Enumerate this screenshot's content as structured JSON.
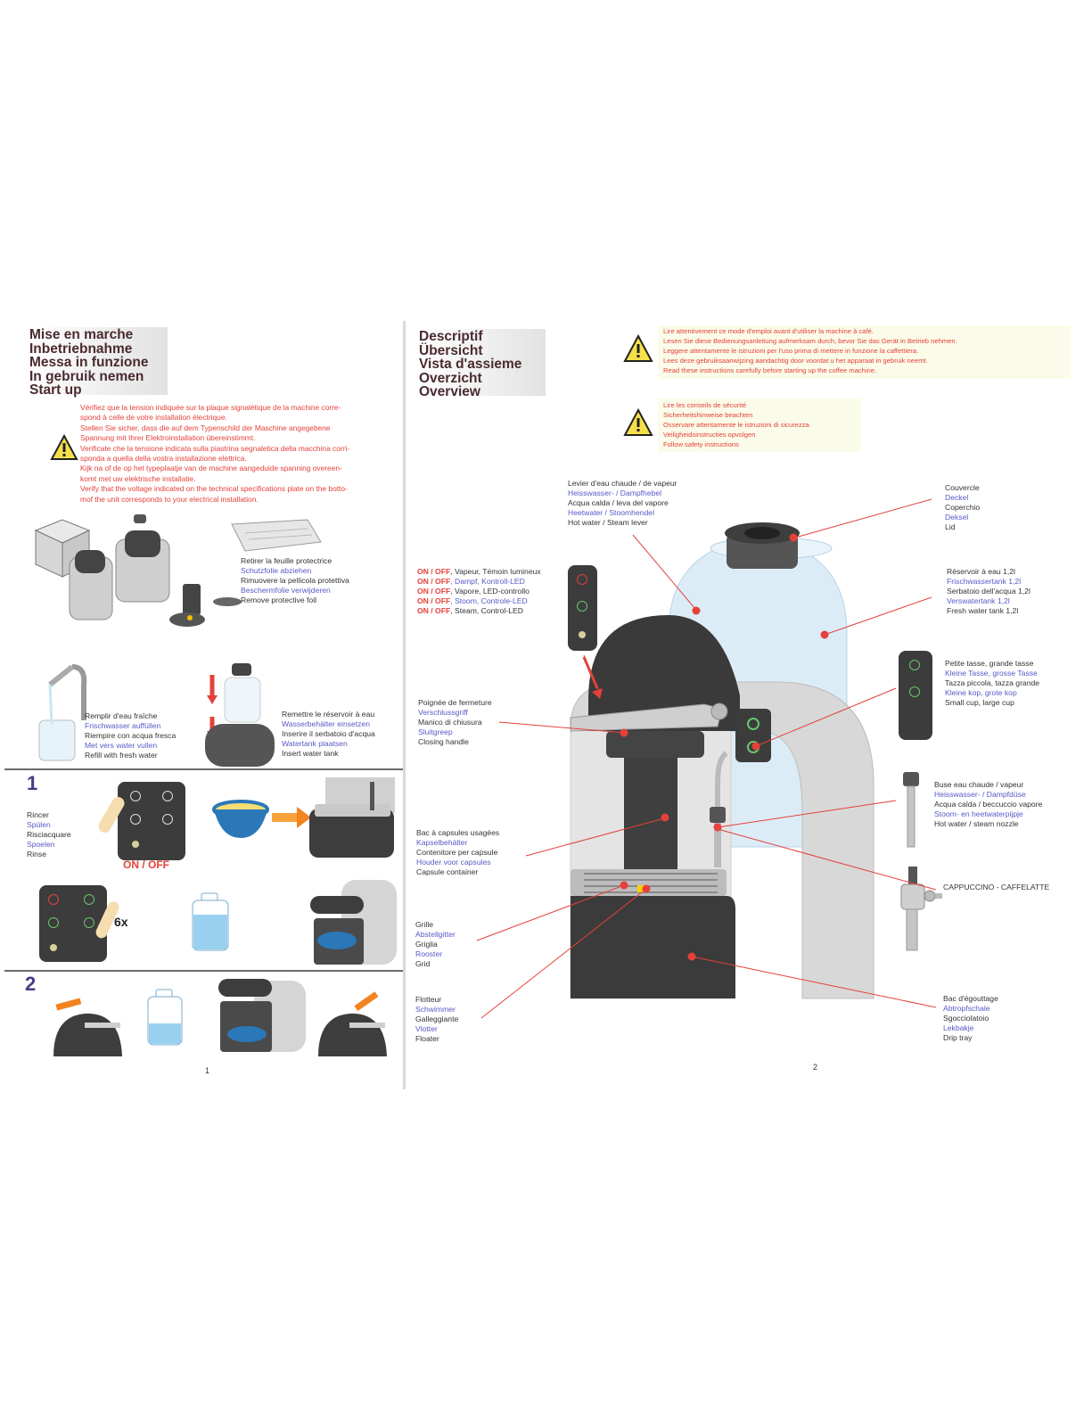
{
  "left_page": {
    "titles": [
      "Mise en marche",
      "Inbetriebnahme",
      "Messa in funzione",
      "In gebruik nemen",
      "Start up"
    ],
    "warning_lines": [
      "Vérifiez que la tension indiquée sur la plaque signalétique de la machine corre-",
      "spond à celle de votre installation électrique.",
      "Stellen Sie sicher, dass die auf dem Typenschild der Maschine angegebene",
      "Spannung mit Ihrer Elektroinstallation übereinstimmt.",
      "Verificate che la tensione indicata sulla piastrina segnaletica della macchina corri-",
      "sponda a quella della vostra installazione elettrica.",
      "Kijk na of de op het typeplaatje van de machine aangeduide spanning overeen-",
      "komt met uw elektrische installatie.",
      "Verify that the voltage indicated on the technical specifications plate on the botto-",
      "mof the unit corresponds to your electrical installation."
    ],
    "protective_foil": [
      "Retirer la feuille protectrice",
      "Schutzfolie abziehen",
      "Rimuovere la pellicola protettiva",
      "Beschermfolie verwijderen",
      "Remove protective foil"
    ],
    "fill_water": [
      "Remplir d'eau fraîche",
      "Frischwasser auffüllen",
      "Riempire con acqua fresca",
      "Met vers water vullen",
      "Refill with fresh water"
    ],
    "insert_tank": [
      "Remettre le réservoir à eau",
      "Wasserbehälter einsetzen",
      "Inserire il serbatoio d'acqua",
      "Watertank plaatsen",
      "Insert water tank"
    ],
    "step1_num": "1",
    "rinse": [
      "Rincer",
      "Spülen",
      "Risciacquare",
      "Spoelen",
      "Rinse"
    ],
    "onoff_label": "ON / OFF",
    "times_label": "6x",
    "step2_num": "2",
    "page_number": "1"
  },
  "right_page": {
    "titles": [
      "Descriptif",
      "Übersicht",
      "Vista d'assieme",
      "Overzicht",
      "Overview"
    ],
    "read_instructions": [
      "Lire attentivement ce mode d'emploi avant d'utiliser la machine à café.",
      "Lesen Sie diese Bedienungsanleitung aufmerksam durch, bevor Sie das Gerät in Betrieb nehmen.",
      "Leggere attentamente le istruzioni per l'uso prima di mettere in funzione la caffettiera.",
      "Lees deze gebruiksaanwijzing aandachtig door voordat u het apparaat in gebruik neemt.",
      "Read these instructions carefully before starting up the coffee machine."
    ],
    "safety": [
      "Lire les conseils de sécurité",
      "Sicherheitshinweise beachten",
      "Osservare attentamente le istruzioni di sicurezza",
      "Veiligheidsinstructies opvolgen",
      "Follow safety instructions"
    ],
    "steam_lever": [
      "Levier d'eau chaude / de vapeur",
      "Heisswasser- / Dampfhebel",
      "Acqua calda / leva del vapore",
      "Heetwater / Stoomhendel",
      "Hot water / Steam lever"
    ],
    "onoff_lines": [
      {
        "on": "ON / OFF",
        "rest": ", Vapeur, Témoin lumineux"
      },
      {
        "on": "ON / OFF",
        "rest": ", Dampf, Kontroll-LED"
      },
      {
        "on": "ON / OFF",
        "rest": ", Vapore, LED-controllo"
      },
      {
        "on": "ON / OFF",
        "rest": ", Stoom, Controle-LED"
      },
      {
        "on": "ON / OFF",
        "rest": ", Steam, Control-LED"
      }
    ],
    "closing_handle": [
      "Poignée de fermeture",
      "Verschlussgriff",
      "Manico di chiusura",
      "Sluitgreep",
      "Closing handle"
    ],
    "capsule_container": [
      "Bac à capsules usagées",
      "Kapselbehälter",
      "Contenitore per capsule",
      "Houder voor capsules",
      "Capsule container"
    ],
    "grid": [
      "Grille",
      "Abstellgitter",
      "Griglia",
      "Rooster",
      "Grid"
    ],
    "floater": [
      "Flotteur",
      "Schwimmer",
      "Galleggiante",
      "Vlotter",
      "Floater"
    ],
    "lid": [
      "Couvercle",
      "Deckel",
      "Coperchio",
      "Deksel",
      "Lid"
    ],
    "water_tank": [
      "Réservoir à eau 1,2l",
      "Frischwassertank 1,2l",
      "Serbatoio dell'acqua 1,2l",
      "Verswatertank 1,2l",
      "Fresh water tank 1,2l"
    ],
    "cups": [
      "Petite tasse, grande tasse",
      "Kleine Tasse, grosse Tasse",
      "Tazza piccola, tazza grande",
      "Kleine kop, grote kop",
      "Small cup, large cup"
    ],
    "nozzle": [
      "Buse eau chaude / vapeur",
      "Heisswasser- / Dampfdüse",
      "Acqua calda / beccuccio vapore",
      "Stoom- en heetwaterpijpje",
      "Hot water / steam nozzle"
    ],
    "cappuccino": "CAPPUCCINO - CAFFELATTE",
    "drip_tray": [
      "Bac d'égouttage",
      "Abtropfschale",
      "Sgocciolatoio",
      "Lekbakje",
      "Drip tray"
    ],
    "page_number": "2"
  },
  "colors": {
    "title": "#4a2b2f",
    "red": "#e5413a",
    "blue": "#5858c8",
    "panel": "#3c3c3c",
    "water": "#c9e6f5"
  }
}
